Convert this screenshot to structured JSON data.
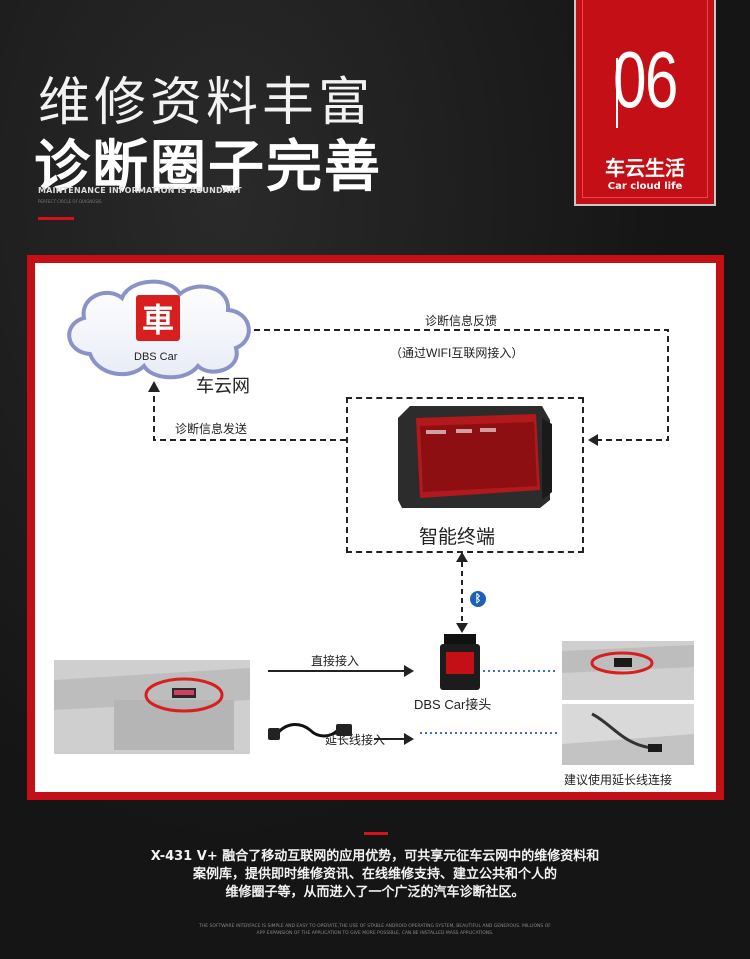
{
  "header": {
    "title_line1": "维修资料丰富",
    "title_line2": "诊断圈子完善",
    "subtitle_en": "MAINTENANCE INFORMATION IS ABUNDANT",
    "subtitle_en_small": "PERFECT CIRCLE OF DIAGNOSIS"
  },
  "badge": {
    "number": "06",
    "label_cn": "车云生活",
    "label_en": "Car cloud life"
  },
  "diagram": {
    "cloud_logo_char": "車",
    "cloud_logo_text": "DBS Car",
    "cloud_label": "车云网",
    "feedback_label": "诊断信息反馈",
    "feedback_sub": "（通过WIFI互联网接入）",
    "send_label": "诊断信息发送",
    "terminal_label": "智能终端",
    "direct_label": "直接接入",
    "extension_label": "延长线接入",
    "connector_label": "DBS Car接头",
    "recommend_label": "建议使用延长线连接",
    "bluetooth_icon": "bluetooth-icon"
  },
  "footer": {
    "line1": "X-431 V+ 融合了移动互联网的应用优势，可共享元征车云网中的维修资料和",
    "line2": "案例库，提供即时维修资讯、在线维修支持、建立公共和个人的",
    "line3": "维修圈子等，从而进入了一个广泛的汽车诊断社区。",
    "small_line1": "THE SOFTWARE INTERFACE IS SIMPLE AND EASY TO OPERATE,THE USE OF STABLE ANDROID OPERATING SYSTEM, BEAUTIFUL AND GENEROUS. MILLIONS OF",
    "small_line2": "APP EXPANSION OF THE APPLICATION TO GIVE MORE POSSIBLE, CAN BE INSTALLED MASS APPLICATIONS."
  },
  "colors": {
    "accent": "#c40f16",
    "background": "#151515"
  }
}
